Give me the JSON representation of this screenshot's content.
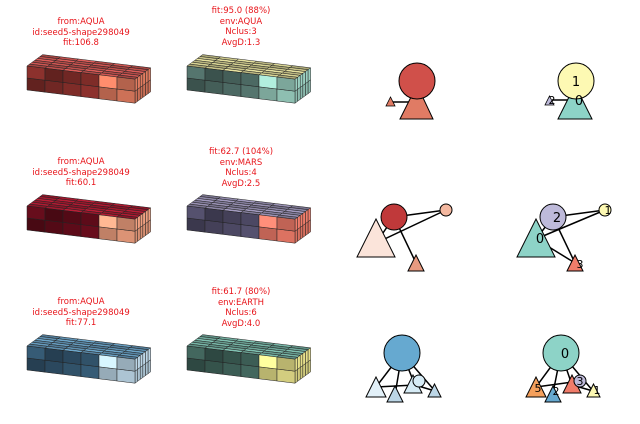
{
  "rows": [
    {
      "left_label": {
        "line1": "from:AQUA",
        "line2": "id:seed5-shape298049",
        "line3": "fit:106.8"
      },
      "right_label": {
        "line1": "fit:95.0 (88%)",
        "line2": "env:AQUA",
        "line3": "Nclus:3",
        "line4": "AvgD:1.3"
      },
      "left_block_colors": {
        "top": "#c0504d",
        "front": "#7a2b27",
        "side": "#e07b5f"
      },
      "right_block_colors": {
        "top": "#c8c48a",
        "front": "#4a6660",
        "side": "#9bd0c1"
      },
      "graph_a": {
        "numbers": []
      },
      "graph_b": {
        "numbers": [
          "1",
          "2",
          "0"
        ]
      }
    },
    {
      "left_label": {
        "line1": "from:AQUA",
        "line2": "id:seed5-shape298049",
        "line3": "fit:60.1"
      },
      "right_label": {
        "line1": "fit:62.7 (104%)",
        "line2": "env:MARS",
        "line3": "Nclus:4",
        "line4": "AvgD:2.5"
      },
      "left_block_colors": {
        "top": "#a3192f",
        "front": "#5a0b18",
        "side": "#f0a080"
      },
      "right_block_colors": {
        "top": "#8d86a6",
        "front": "#4a4660",
        "side": "#f07c6a"
      },
      "graph_a": {
        "numbers": []
      },
      "graph_b": {
        "numbers": [
          "2",
          "1",
          "0",
          "3"
        ]
      }
    },
    {
      "left_label": {
        "line1": "from:AQUA",
        "line2": "id:seed5-shape298049",
        "line3": "fit:77.1"
      },
      "right_label": {
        "line1": "fit:61.7 (80%)",
        "line2": "env:EARTH",
        "line3": "Nclus:6",
        "line4": "AvgD:4.0"
      },
      "left_block_colors": {
        "top": "#5f90b0",
        "front": "#2f4f66",
        "side": "#bcd6e6"
      },
      "right_block_colors": {
        "top": "#6fa89a",
        "front": "#3a5a52",
        "side": "#e6e08a"
      },
      "graph_a": {
        "numbers": []
      },
      "graph_b": {
        "numbers": [
          "0",
          "5",
          "2",
          "3",
          "1"
        ]
      }
    }
  ],
  "node_colors": {
    "red": "#d0504a",
    "salmon": "#e07b64",
    "cream": "#fdf9b3",
    "teal": "#8dd3c7",
    "lavender": "#bebada",
    "deep_red": "#c0393a",
    "peach": "#f4b8a0",
    "light_peach": "#fbe4da",
    "blue": "#66a9d0",
    "pale_blue": "#d6ebf5",
    "orange": "#f5a05c"
  }
}
